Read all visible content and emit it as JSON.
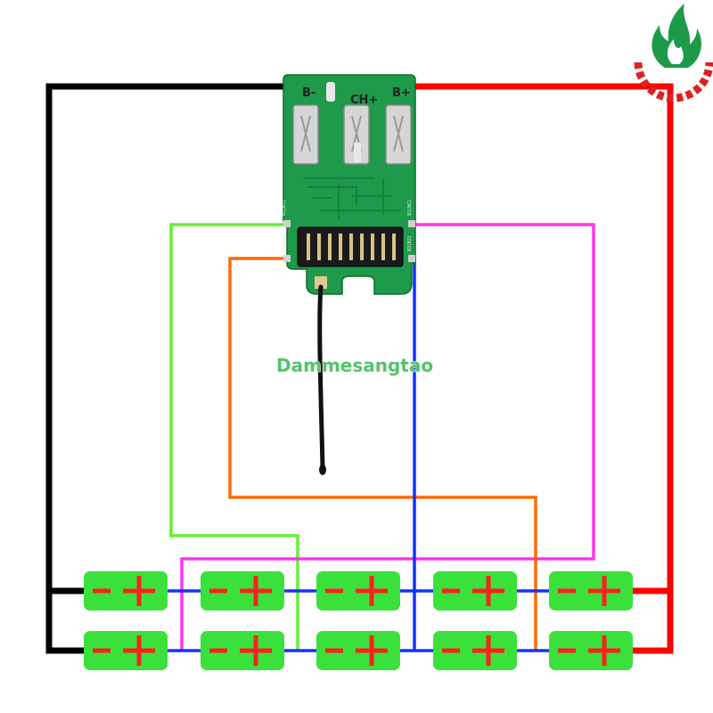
{
  "watermark": "Dammesangtao",
  "board": {
    "terminals": [
      {
        "id": "neg",
        "label": "B-"
      },
      {
        "id": "ch",
        "label": "CH+"
      },
      {
        "id": "pos",
        "label": "B+"
      }
    ],
    "pad_labels": [
      "B2(B1)",
      "B1(NC)",
      "B4(B3)",
      "B3(B2)"
    ]
  },
  "cells": {
    "rows": 2,
    "per_row": 5,
    "minus_symbol": "−",
    "plus_symbol": "+",
    "cell_color": "#3be13b",
    "sign_color": "#ff2020"
  },
  "wire_colors": {
    "negative": "#000000",
    "positive": "#ff0000",
    "balance_1": "#66ee33",
    "balance_2": "#ff33ee",
    "balance_3": "#ff6a00",
    "balance_4": "#1133ff"
  },
  "logo": {
    "name": "flame-gear-logo"
  }
}
